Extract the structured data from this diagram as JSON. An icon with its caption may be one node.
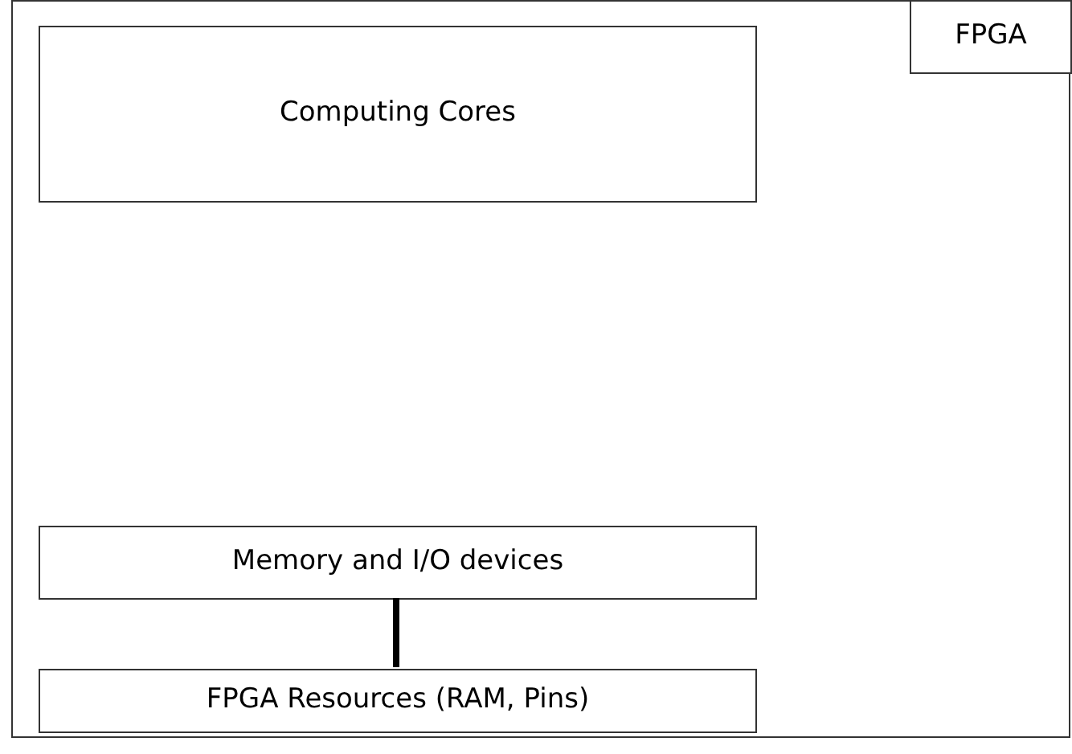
{
  "diagram": {
    "nodes": [
      {
        "text": [],
        "shape": "box"
      },
      {
        "text": [
          "FPGA"
        ],
        "in": 0
      },
      {
        "text": [
          "Computing Cores"
        ],
        "in": 0
      },
      {
        "text": [
          "Memory and I/O devices"
        ],
        "in": 0
      },
      {
        "text": [
          "FPGA Resources (RAM, Pins)"
        ],
        "in": 0
      }
    ],
    "edges": [
      {
        "from": 3,
        "to": 4,
        "arrow": "none"
      }
    ]
  }
}
